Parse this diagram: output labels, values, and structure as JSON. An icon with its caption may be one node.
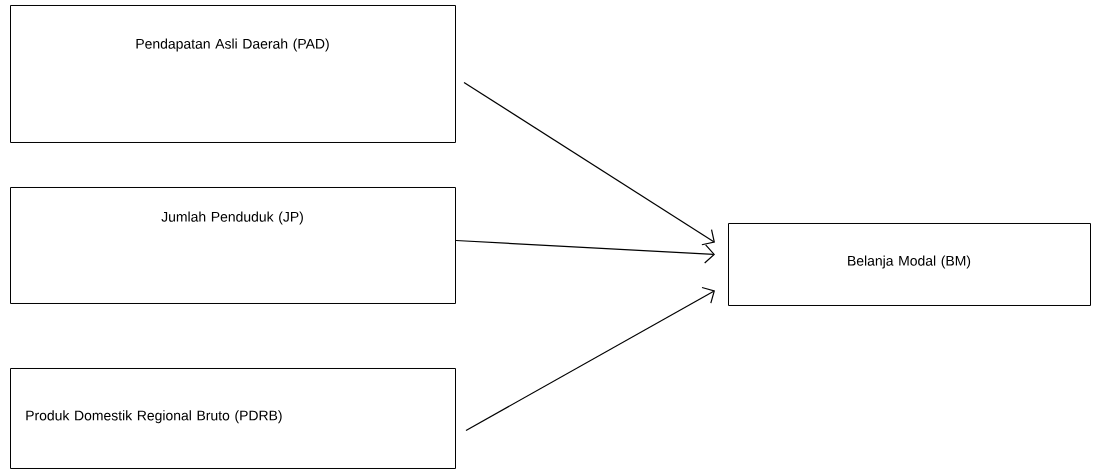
{
  "diagram": {
    "nodes": [
      {
        "text": [
          "Pendapatan Asli Daerah (PAD)"
        ]
      },
      {
        "text": [
          "Jumlah Penduduk (JP)"
        ]
      },
      {
        "text": [
          "Produk Domestik Regional Bruto (PDRB)"
        ]
      },
      {
        "text": [
          "Belanja Modal (BM)"
        ]
      }
    ],
    "edges": [
      {
        "from": 0,
        "to": 3,
        "arrow": "to"
      },
      {
        "from": 1,
        "to": 3,
        "arrow": "to"
      },
      {
        "from": 2,
        "to": 3,
        "arrow": "to"
      }
    ]
  }
}
